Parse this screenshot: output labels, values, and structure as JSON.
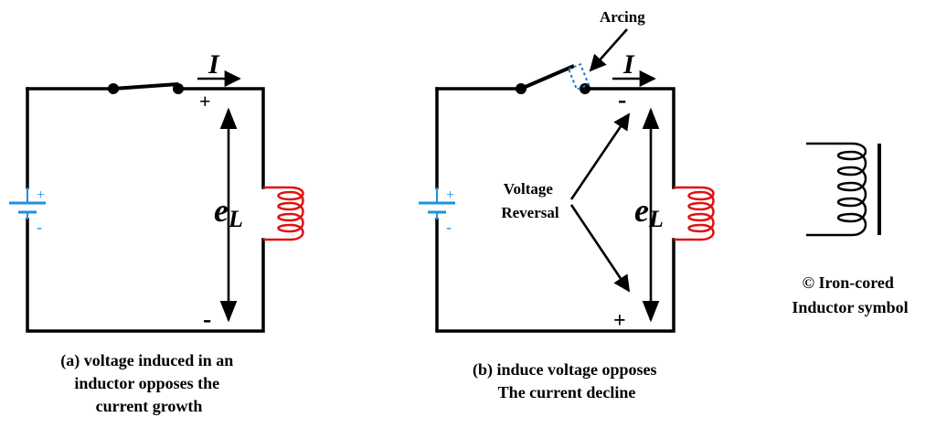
{
  "colors": {
    "wire": "#000000",
    "inductor": "#e01010",
    "battery": "#1e90e0"
  },
  "panel_a": {
    "current_symbol": "I",
    "plus": "+",
    "minus": "-",
    "emf_main": "e",
    "emf_sub": "L",
    "battery_plus": "+",
    "battery_minus": "-",
    "caption": [
      "(a) voltage induced in an",
      "inductor opposes the",
      "current growth"
    ]
  },
  "panel_b": {
    "current_symbol": "I",
    "top_sign": "-",
    "bottom_sign": "+",
    "emf_main": "e",
    "emf_sub": "L",
    "battery_plus": "+",
    "battery_minus": "-",
    "arcing_label": "Arcing",
    "reversal_label": [
      "Voltage",
      "Reversal"
    ],
    "caption": [
      "(b) induce voltage opposes",
      "The current decline"
    ]
  },
  "panel_c": {
    "caption": [
      "© Iron-cored",
      "Inductor symbol"
    ]
  }
}
